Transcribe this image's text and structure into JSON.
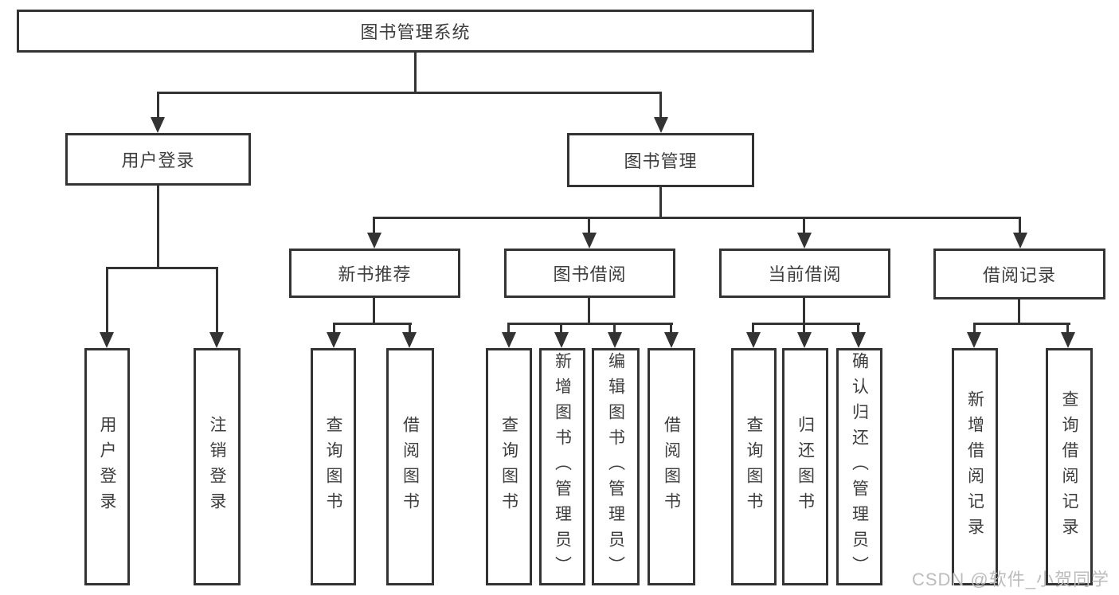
{
  "diagram": {
    "root": "图书管理系统",
    "level2": {
      "user_login": "用户登录",
      "book_mgmt": "图书管理"
    },
    "user_login_children": [
      "用户登录",
      "注销登录"
    ],
    "groups": [
      {
        "label": "新书推荐",
        "children": [
          "查询图书",
          "借阅图书"
        ]
      },
      {
        "label": "图书借阅",
        "children": [
          "查询图书",
          "新增图书（管理员）",
          "编辑图书（管理员）",
          "借阅图书"
        ]
      },
      {
        "label": "当前借阅",
        "children": [
          "查询图书",
          "归还图书",
          "确认归还（管理员）"
        ]
      },
      {
        "label": "借阅记录",
        "children": [
          "新增借阅记录",
          "查询借阅记录"
        ]
      }
    ]
  },
  "watermark": "CSDN @软件_小贺同学",
  "colors": {
    "line": "#333333",
    "text": "#3d3d3d",
    "watermark": "#bcbcbc",
    "background": "#ffffff"
  }
}
